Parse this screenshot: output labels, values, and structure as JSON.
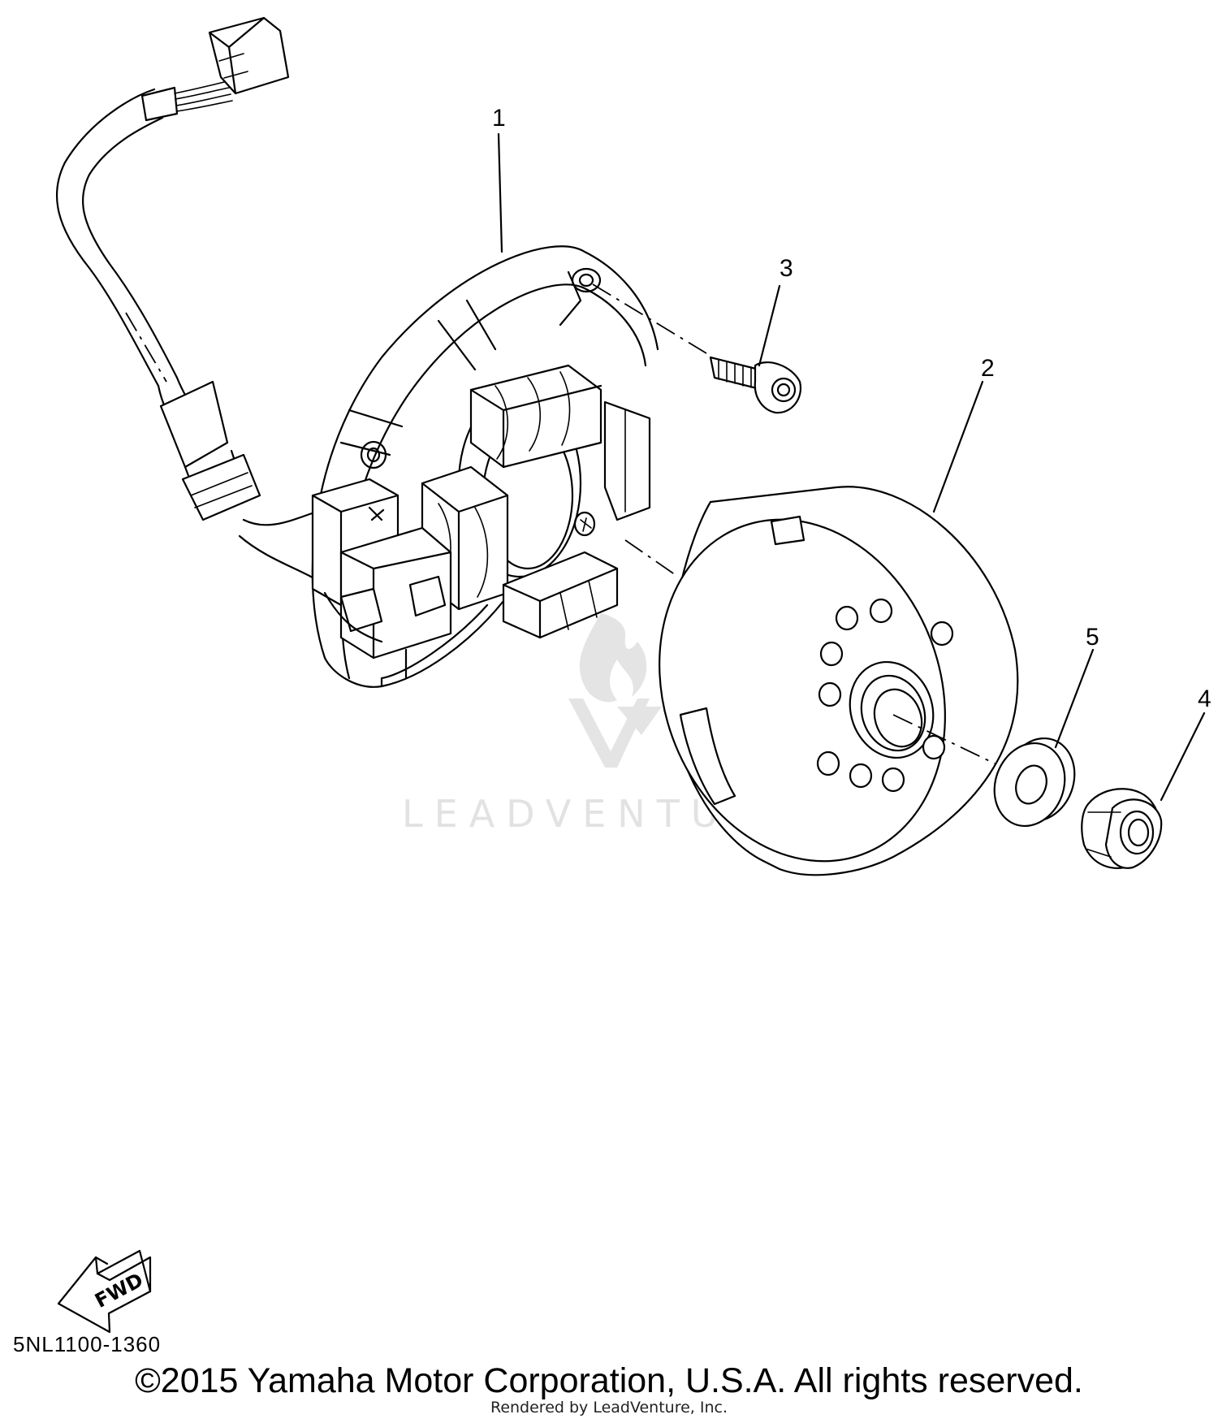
{
  "callouts": [
    {
      "number": "1",
      "part": "stator-assembly"
    },
    {
      "number": "2",
      "part": "rotor-flywheel"
    },
    {
      "number": "3",
      "part": "bolt"
    },
    {
      "number": "4",
      "part": "nut"
    },
    {
      "number": "5",
      "part": "washer"
    }
  ],
  "fwd_label": "FWD",
  "watermark": "LEADVENTURE",
  "diagram_code": "5NL1100-1360",
  "copyright": "©2015 Yamaha Motor Corporation, U.S.A. All rights reserved.",
  "rendered_by": "Rendered by LeadVenture, Inc."
}
